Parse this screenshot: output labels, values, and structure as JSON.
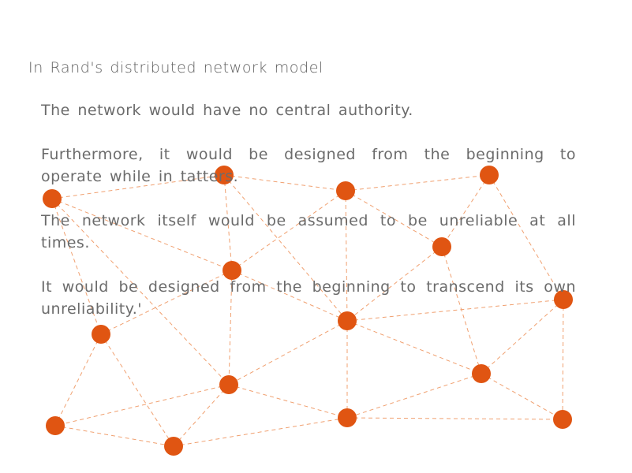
{
  "heading": "In Rand's distributed network model",
  "paragraphs": [
    "The network would have no central authority.",
    "Furthermore,  it would be designed from the beginning to operate while in tatters.",
    "The network itself would be assumed to be unreliable at all times.",
    "It would be designed from the beginning to transcend its own unreliability.'"
  ],
  "colors": {
    "node": "#e05512",
    "edge": "#f0a070",
    "text": "#6b6b6b"
  },
  "network": {
    "nodes": [
      "n1",
      "n2",
      "n3",
      "n4",
      "n5",
      "n6",
      "n7",
      "n8",
      "n9",
      "n10",
      "n11",
      "n12",
      "n13",
      "n14",
      "n15",
      "n16"
    ],
    "edges": [
      [
        "n1",
        "n2"
      ],
      [
        "n2",
        "n3"
      ],
      [
        "n3",
        "n4"
      ],
      [
        "n1",
        "n6"
      ],
      [
        "n1",
        "n7"
      ],
      [
        "n1",
        "n10"
      ],
      [
        "n2",
        "n6"
      ],
      [
        "n2",
        "n8"
      ],
      [
        "n3",
        "n6"
      ],
      [
        "n3",
        "n5"
      ],
      [
        "n3",
        "n8"
      ],
      [
        "n4",
        "n5"
      ],
      [
        "n4",
        "n9"
      ],
      [
        "n5",
        "n8"
      ],
      [
        "n5",
        "n11"
      ],
      [
        "n6",
        "n7"
      ],
      [
        "n6",
        "n8"
      ],
      [
        "n6",
        "n10"
      ],
      [
        "n7",
        "n12"
      ],
      [
        "n7",
        "n13"
      ],
      [
        "n8",
        "n9"
      ],
      [
        "n8",
        "n10"
      ],
      [
        "n8",
        "n11"
      ],
      [
        "n8",
        "n14"
      ],
      [
        "n9",
        "n11"
      ],
      [
        "n9",
        "n15"
      ],
      [
        "n10",
        "n12"
      ],
      [
        "n10",
        "n13"
      ],
      [
        "n10",
        "n14"
      ],
      [
        "n11",
        "n14"
      ],
      [
        "n11",
        "n15"
      ],
      [
        "n12",
        "n13"
      ],
      [
        "n13",
        "n14"
      ],
      [
        "n14",
        "n15"
      ]
    ]
  }
}
